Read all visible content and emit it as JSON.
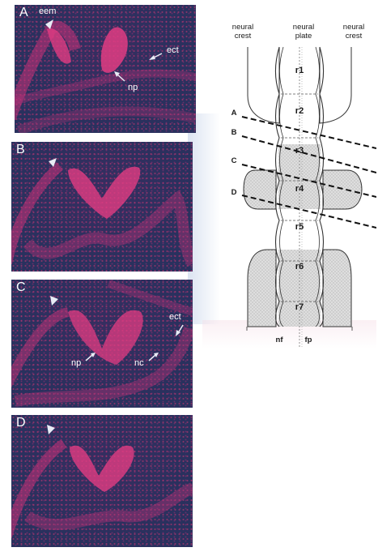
{
  "panels": [
    {
      "letter": "A",
      "labels": {
        "eem": "eem",
        "ect": "ect",
        "np": "np"
      }
    },
    {
      "letter": "B"
    },
    {
      "letter": "C",
      "labels": {
        "ect": "ect",
        "np": "np",
        "nc": "nc"
      }
    },
    {
      "letter": "D"
    }
  ],
  "diagram": {
    "header_left_1": "neural",
    "header_left_2": "crest",
    "header_mid_1": "neural",
    "header_mid_2": "plate",
    "header_right_1": "neural",
    "header_right_2": "crest",
    "section_lines": [
      "A",
      "B",
      "C",
      "D"
    ],
    "rhombomeres": [
      "r1",
      "r2",
      "r3",
      "r4",
      "r5",
      "r6",
      "r7"
    ],
    "bottom_left": "nf",
    "bottom_right": "fp"
  },
  "colors": {
    "panel_background": "#29315e",
    "stain": "#c8347a",
    "arrow": "#e8ecf5"
  }
}
